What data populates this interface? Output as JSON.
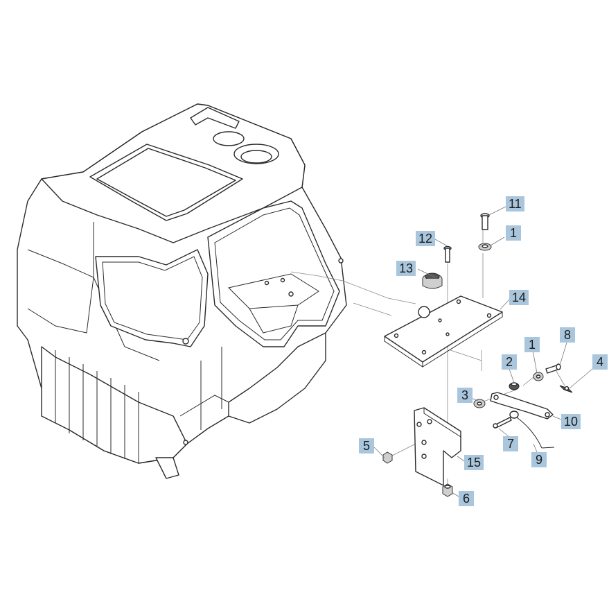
{
  "diagram": {
    "labels": [
      {
        "id": "11",
        "text": "11"
      },
      {
        "id": "1a",
        "text": "1"
      },
      {
        "id": "12",
        "text": "12"
      },
      {
        "id": "13",
        "text": "13"
      },
      {
        "id": "14",
        "text": "14"
      },
      {
        "id": "1b",
        "text": "1"
      },
      {
        "id": "8",
        "text": "8"
      },
      {
        "id": "2",
        "text": "2"
      },
      {
        "id": "4",
        "text": "4"
      },
      {
        "id": "3",
        "text": "3"
      },
      {
        "id": "10",
        "text": "10"
      },
      {
        "id": "5",
        "text": "5"
      },
      {
        "id": "7",
        "text": "7"
      },
      {
        "id": "15",
        "text": "15"
      },
      {
        "id": "9",
        "text": "9"
      },
      {
        "id": "6",
        "text": "6"
      }
    ],
    "label_color": "#a9c6dd"
  }
}
